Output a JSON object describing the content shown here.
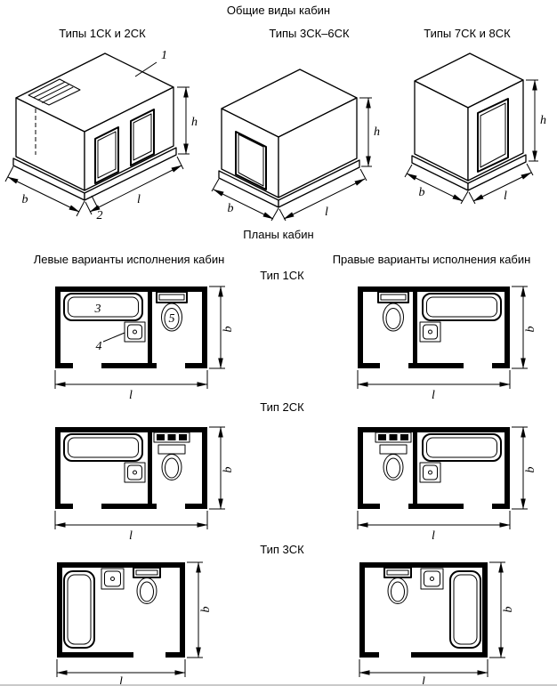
{
  "header": {
    "title": "Общие виды кабин"
  },
  "general_views": {
    "cabins": [
      {
        "label": "Типы 1СК и 2СК"
      },
      {
        "label": "Типы 3СК–6СК"
      },
      {
        "label": "Типы 7СК и 8СК"
      }
    ]
  },
  "plans": {
    "title": "Планы кабин",
    "left_header": "Левые варианты исполнения кабин",
    "right_header": "Правые варианты исполнения кабин",
    "rows": [
      {
        "label": "Тип 1СК"
      },
      {
        "label": "Тип 2СК"
      },
      {
        "label": "Тип 3СК"
      }
    ]
  },
  "dims": {
    "b": "b",
    "l": "l",
    "h": "h"
  },
  "callouts": {
    "roof_panel": "1",
    "base_frame": "2",
    "bath": "3",
    "washbasin": "4",
    "toilet": "5"
  }
}
